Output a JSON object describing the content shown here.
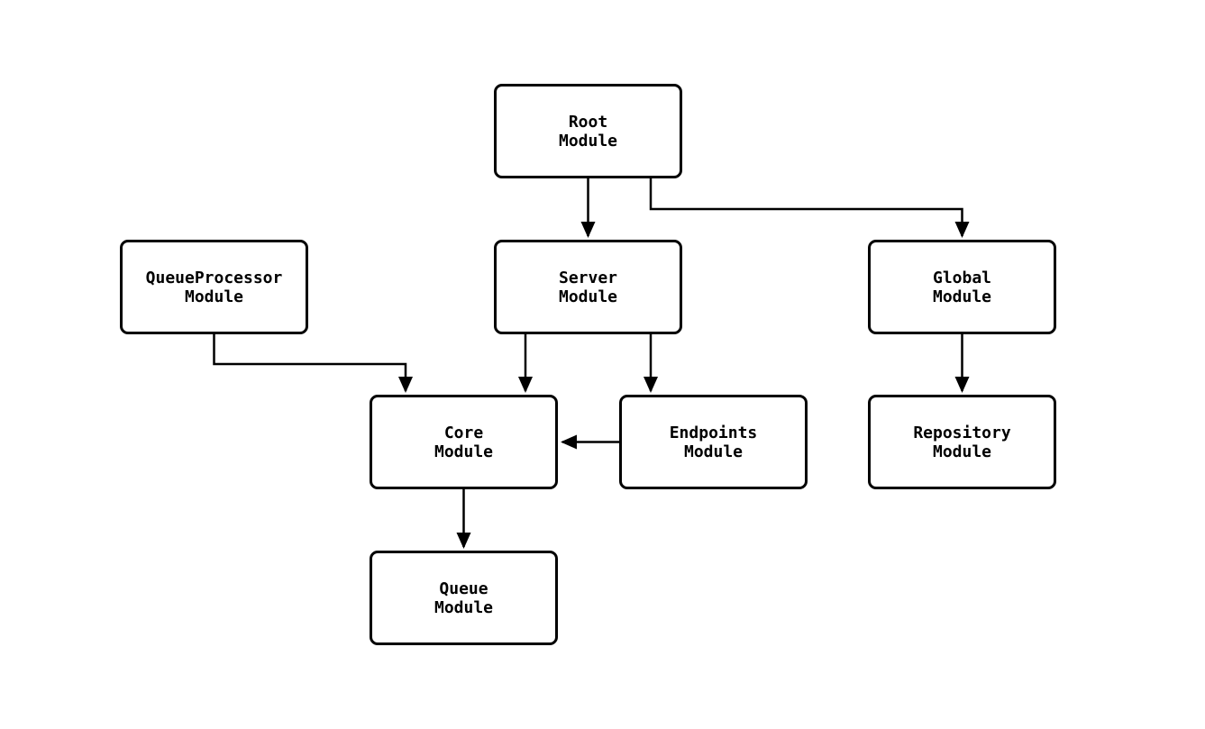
{
  "diagram": {
    "type": "module-dependency-graph",
    "colors": {
      "node_stroke": "#000000",
      "node_fill": "#ffffff",
      "edge_stroke": "#000000",
      "background": "#ffffff"
    },
    "nodes": {
      "root": {
        "line1": "Root",
        "line2": "Module"
      },
      "server": {
        "line1": "Server",
        "line2": "Module"
      },
      "global": {
        "line1": "Global",
        "line2": "Module"
      },
      "queueprocessor": {
        "line1": "QueueProcessor",
        "line2": "Module"
      },
      "core": {
        "line1": "Core",
        "line2": "Module"
      },
      "endpoints": {
        "line1": "Endpoints",
        "line2": "Module"
      },
      "repository": {
        "line1": "Repository",
        "line2": "Module"
      },
      "queue": {
        "line1": "Queue",
        "line2": "Module"
      }
    },
    "edges": [
      {
        "from": "root",
        "to": "server"
      },
      {
        "from": "root",
        "to": "global"
      },
      {
        "from": "queueprocessor",
        "to": "core"
      },
      {
        "from": "server",
        "to": "core"
      },
      {
        "from": "server",
        "to": "endpoints"
      },
      {
        "from": "endpoints",
        "to": "core"
      },
      {
        "from": "global",
        "to": "repository"
      },
      {
        "from": "core",
        "to": "queue"
      }
    ]
  }
}
